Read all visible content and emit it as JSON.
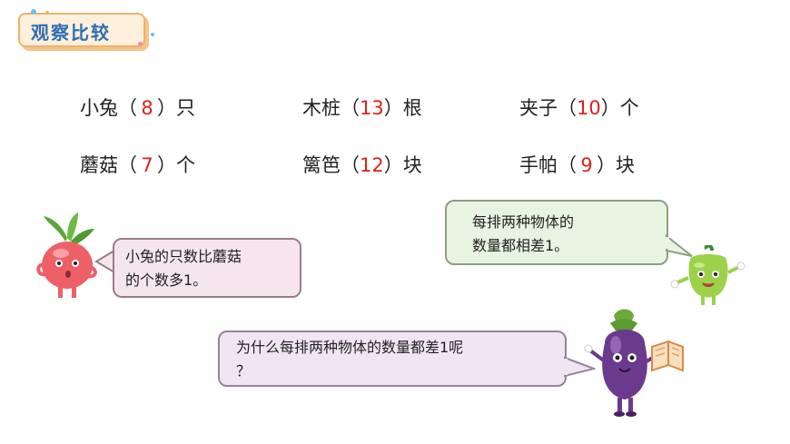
{
  "header": {
    "title": "观察比较"
  },
  "counts": {
    "row1": [
      {
        "label": "小兔",
        "open": "（",
        "value": "8",
        "close": "）",
        "unit": "只"
      },
      {
        "label": "木桩",
        "open": "（",
        "value": "13",
        "close": "）",
        "unit": "根"
      },
      {
        "label": "夹子",
        "open": "（",
        "value": "10",
        "close": "）",
        "unit": "个"
      }
    ],
    "row2": [
      {
        "label": "蘑菇",
        "open": "（",
        "value": "7",
        "close": "）",
        "unit": "个"
      },
      {
        "label": "篱笆",
        "open": "（",
        "value": "12",
        "close": "）",
        "unit": "块"
      },
      {
        "label": "手帕",
        "open": "（",
        "value": "9",
        "close": "）",
        "unit": "块"
      }
    ]
  },
  "bubbles": {
    "radish": {
      "line1": "小兔的只数比蘑菇",
      "line2": "的个数多1。"
    },
    "pepper": {
      "line1": "每排两种物体的",
      "line2": "数量都相差1。"
    },
    "eggplant": {
      "line1": "为什么每排两种物体的数量都差1呢",
      "line2": "？"
    }
  },
  "colors": {
    "title_text": "#2f6fb5",
    "answer": "#d9231d",
    "badge_fill": "#fdf0dc",
    "badge_border": "#f2b06a"
  }
}
